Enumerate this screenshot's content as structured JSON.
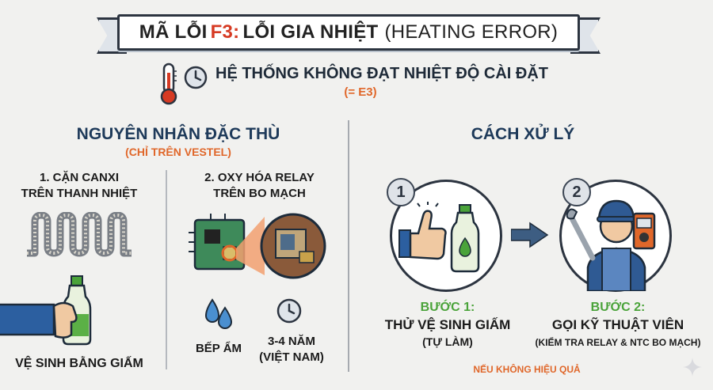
{
  "banner": {
    "prefix": "MÃ LỖI",
    "code": "F3:",
    "main": "LỖI GIA NHIỆT",
    "english": "(HEATING ERROR)"
  },
  "subtitle": {
    "text": "HỆ THỐNG KHÔNG ĐẠT NHIỆT ĐỘ CÀI ĐẶT",
    "equiv": "(= E3)"
  },
  "causes": {
    "heading": "NGUYÊN NHÂN ĐẶC THÙ",
    "note": "(CHỈ TRÊN VESTEL)",
    "cause1": {
      "line1": "1. CẶN CANXI",
      "line2": "TRÊN THANH NHIỆT",
      "action": "VỆ SINH BẰNG GIẤM"
    },
    "cause2": {
      "line1": "2. OXY HÓA RELAY",
      "line2": "TRÊN BO MẠCH",
      "factor1": "BẾP ẨM",
      "factor2_line1": "3-4 NĂM",
      "factor2_line2": "(VIỆT NAM)"
    }
  },
  "solution": {
    "heading": "CÁCH XỬ LÝ",
    "step1": {
      "number": "1",
      "label": "BƯỚC 1:",
      "text": "THỬ VỆ SINH GIẤM",
      "sub": "(TỰ LÀM)"
    },
    "step2": {
      "number": "2",
      "label": "BƯỚC 2:",
      "text": "GỌI KỸ THUẬT VIÊN",
      "sub": "(KIỂM TRA RELAY & NTC BO MẠCH)"
    },
    "condition": "NẾU KHÔNG HIỆU QUẢ"
  },
  "colors": {
    "accent_red": "#d63a23",
    "accent_orange": "#e0672a",
    "step_green": "#4aa33a",
    "navy": "#1e3a5a"
  }
}
